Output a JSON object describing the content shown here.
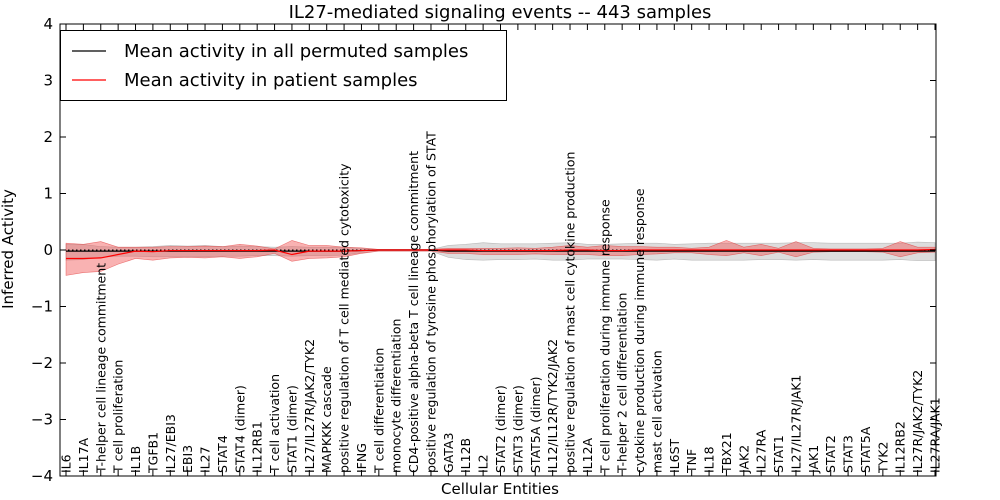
{
  "chart_data": {
    "type": "line",
    "title": "IL27-mediated signaling events -- 443 samples",
    "xlabel": "Cellular Entities",
    "ylabel": "Inferred Activity",
    "ylim": [
      -4,
      4
    ],
    "yticks": [
      -4,
      -3,
      -2,
      -1,
      0,
      1,
      2,
      3,
      4
    ],
    "ytick_labels": [
      "−4",
      "−3",
      "−2",
      "−1",
      "0",
      "1",
      "2",
      "3",
      "4"
    ],
    "grid": false,
    "legend_position": "top-left",
    "categories": [
      "IL6",
      "IL17A",
      "T-helper cell lineage commitment",
      "T cell proliferation",
      "IL1B",
      "TGFB1",
      "IL27/EBI3",
      "EBI3",
      "IL27",
      "STAT4",
      "STAT4 (dimer)",
      "IL12RB1",
      "T cell activation",
      "STAT1 (dimer)",
      "IL27/IL27R/JAK2/TYK2",
      "MAPKKK cascade",
      "positive regulation of T cell mediated cytotoxicity",
      "IFNG",
      "T cell differentiation",
      "monocyte differentiation",
      "CD4-positive alpha-beta T cell lineage commitment",
      "positive regulation of tyrosine phosphorylation of STAT",
      "GATA3",
      "IL12B",
      "IL2",
      "STAT2 (dimer)",
      "STAT3 (dimer)",
      "STAT5A (dimer)",
      "IL12/IL12R/TYK2/JAK2",
      "positive regulation of mast cell cytokine production",
      "IL12A",
      "T cell proliferation during immune response",
      "T-helper 2 cell differentiation",
      "cytokine production during immune response",
      "mast cell activation",
      "IL6ST",
      "TNF",
      "IL18",
      "TBX21",
      "JAK2",
      "IL27RA",
      "STAT1",
      "IL27/IL27R/JAK1",
      "JAK1",
      "STAT2",
      "STAT3",
      "STAT5A",
      "TYK2",
      "IL12RB2",
      "IL27R/JAK2/TYK2",
      "IL27RA/JAK1"
    ],
    "series": [
      {
        "name": "Mean activity in all permuted samples",
        "color": "#000000",
        "values": [
          -0.02,
          -0.02,
          -0.02,
          -0.02,
          -0.02,
          -0.02,
          -0.02,
          -0.02,
          -0.02,
          -0.02,
          -0.02,
          -0.02,
          -0.02,
          -0.02,
          -0.02,
          -0.02,
          -0.02,
          -0.01,
          0.0,
          0.0,
          0.0,
          0.0,
          -0.02,
          -0.02,
          -0.02,
          -0.02,
          -0.02,
          -0.02,
          -0.02,
          -0.02,
          -0.02,
          -0.02,
          -0.02,
          -0.02,
          -0.02,
          -0.02,
          -0.02,
          -0.02,
          -0.02,
          -0.02,
          -0.02,
          -0.02,
          -0.02,
          -0.02,
          -0.02,
          -0.02,
          -0.02,
          -0.02,
          -0.02,
          -0.02,
          -0.02
        ],
        "band_upper": [
          0.1,
          0.1,
          0.06,
          0.05,
          0.05,
          0.06,
          0.08,
          0.07,
          0.08,
          0.06,
          0.07,
          0.06,
          0.05,
          0.06,
          0.05,
          0.05,
          0.05,
          0.03,
          0.01,
          0.01,
          0.01,
          0.01,
          0.08,
          0.1,
          0.13,
          0.11,
          0.11,
          0.11,
          0.12,
          0.13,
          0.1,
          0.1,
          0.11,
          0.12,
          0.12,
          0.1,
          0.11,
          0.12,
          0.12,
          0.12,
          0.12,
          0.12,
          0.13,
          0.13,
          0.12,
          0.12,
          0.12,
          0.12,
          0.12,
          0.14,
          0.13
        ],
        "band_lower": [
          -0.18,
          -0.17,
          -0.13,
          -0.11,
          -0.11,
          -0.12,
          -0.12,
          -0.12,
          -0.12,
          -0.11,
          -0.11,
          -0.1,
          -0.1,
          -0.11,
          -0.1,
          -0.1,
          -0.09,
          -0.05,
          -0.02,
          -0.02,
          -0.02,
          -0.02,
          -0.13,
          -0.17,
          -0.18,
          -0.17,
          -0.17,
          -0.16,
          -0.18,
          -0.18,
          -0.16,
          -0.16,
          -0.16,
          -0.17,
          -0.18,
          -0.16,
          -0.18,
          -0.18,
          -0.18,
          -0.18,
          -0.17,
          -0.17,
          -0.18,
          -0.17,
          -0.18,
          -0.18,
          -0.18,
          -0.18,
          -0.17,
          -0.19,
          -0.19
        ]
      },
      {
        "name": "Mean activity in patient samples",
        "color": "#ff0000",
        "values": [
          -0.15,
          -0.15,
          -0.14,
          -0.08,
          -0.02,
          -0.03,
          -0.01,
          -0.01,
          -0.01,
          -0.01,
          -0.01,
          -0.01,
          0.0,
          -0.08,
          -0.02,
          -0.02,
          -0.02,
          -0.01,
          0.0,
          0.0,
          0.0,
          0.0,
          0.0,
          0.0,
          -0.01,
          -0.01,
          -0.01,
          -0.01,
          -0.01,
          0.0,
          0.0,
          -0.01,
          -0.01,
          0.0,
          0.0,
          0.0,
          0.0,
          0.0,
          0.0,
          0.0,
          0.0,
          0.0,
          0.0,
          0.0,
          0.0,
          0.0,
          0.0,
          0.0,
          0.0,
          0.0,
          0.01
        ],
        "band_upper": [
          0.12,
          0.1,
          0.15,
          0.05,
          0.05,
          0.05,
          0.06,
          0.06,
          0.07,
          0.06,
          0.1,
          0.07,
          0.02,
          0.17,
          0.08,
          0.08,
          0.05,
          0.04,
          0.01,
          0.01,
          0.01,
          0.01,
          0.03,
          0.03,
          0.03,
          0.03,
          0.04,
          0.03,
          0.05,
          0.08,
          0.05,
          0.08,
          0.06,
          0.06,
          0.05,
          0.05,
          0.03,
          0.05,
          0.17,
          0.05,
          0.1,
          0.03,
          0.15,
          0.03,
          0.02,
          0.02,
          0.02,
          0.03,
          0.15,
          0.05,
          0.05
        ],
        "band_lower": [
          -0.45,
          -0.4,
          -0.38,
          -0.25,
          -0.15,
          -0.18,
          -0.14,
          -0.13,
          -0.14,
          -0.12,
          -0.15,
          -0.12,
          -0.06,
          -0.2,
          -0.15,
          -0.14,
          -0.12,
          -0.06,
          -0.02,
          -0.02,
          -0.02,
          -0.02,
          -0.06,
          -0.06,
          -0.08,
          -0.08,
          -0.08,
          -0.07,
          -0.08,
          -0.08,
          -0.08,
          -0.1,
          -0.1,
          -0.08,
          -0.07,
          -0.05,
          -0.05,
          -0.08,
          -0.1,
          -0.05,
          -0.1,
          -0.04,
          -0.12,
          -0.04,
          -0.03,
          -0.03,
          -0.03,
          -0.04,
          -0.12,
          -0.05,
          -0.04
        ]
      }
    ]
  }
}
